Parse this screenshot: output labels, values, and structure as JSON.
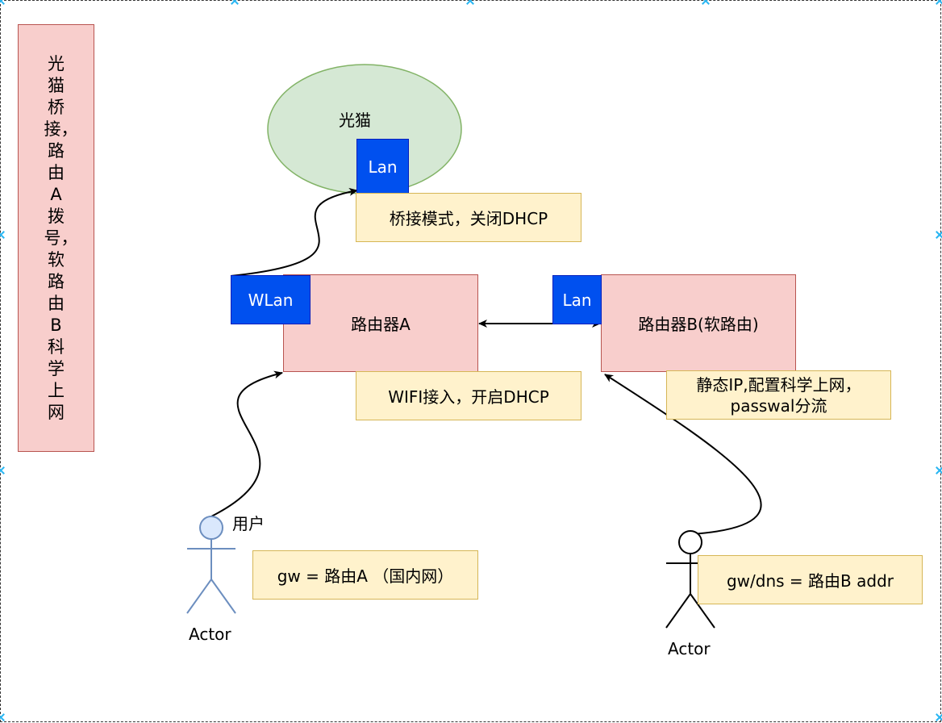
{
  "side_note": "光猫桥接，路由A拨号，软路由B科学上网",
  "modem": {
    "label": "光猫",
    "port": "Lan",
    "note": "桥接模式，关闭DHCP"
  },
  "router_a": {
    "label": "路由器A",
    "port": "WLan",
    "note": "WIFI接入，开启DHCP"
  },
  "router_b": {
    "label": "路由器B(软路由)",
    "port": "Lan",
    "note_line1": "静态IP,配置科学上网，",
    "note_line2": "passwal分流"
  },
  "user_left": {
    "name": "用户",
    "caption": "Actor",
    "note": "gw = 路由A （国内网）"
  },
  "user_right": {
    "caption": "Actor",
    "note": "gw/dns = 路由B addr"
  },
  "colors": {
    "modem_fill": "#d5e8d4",
    "router_fill": "#f8cecc",
    "port_fill": "#0050ef",
    "note_fill": "#fff2cc",
    "actor_left_fill": "#dae8fc"
  }
}
